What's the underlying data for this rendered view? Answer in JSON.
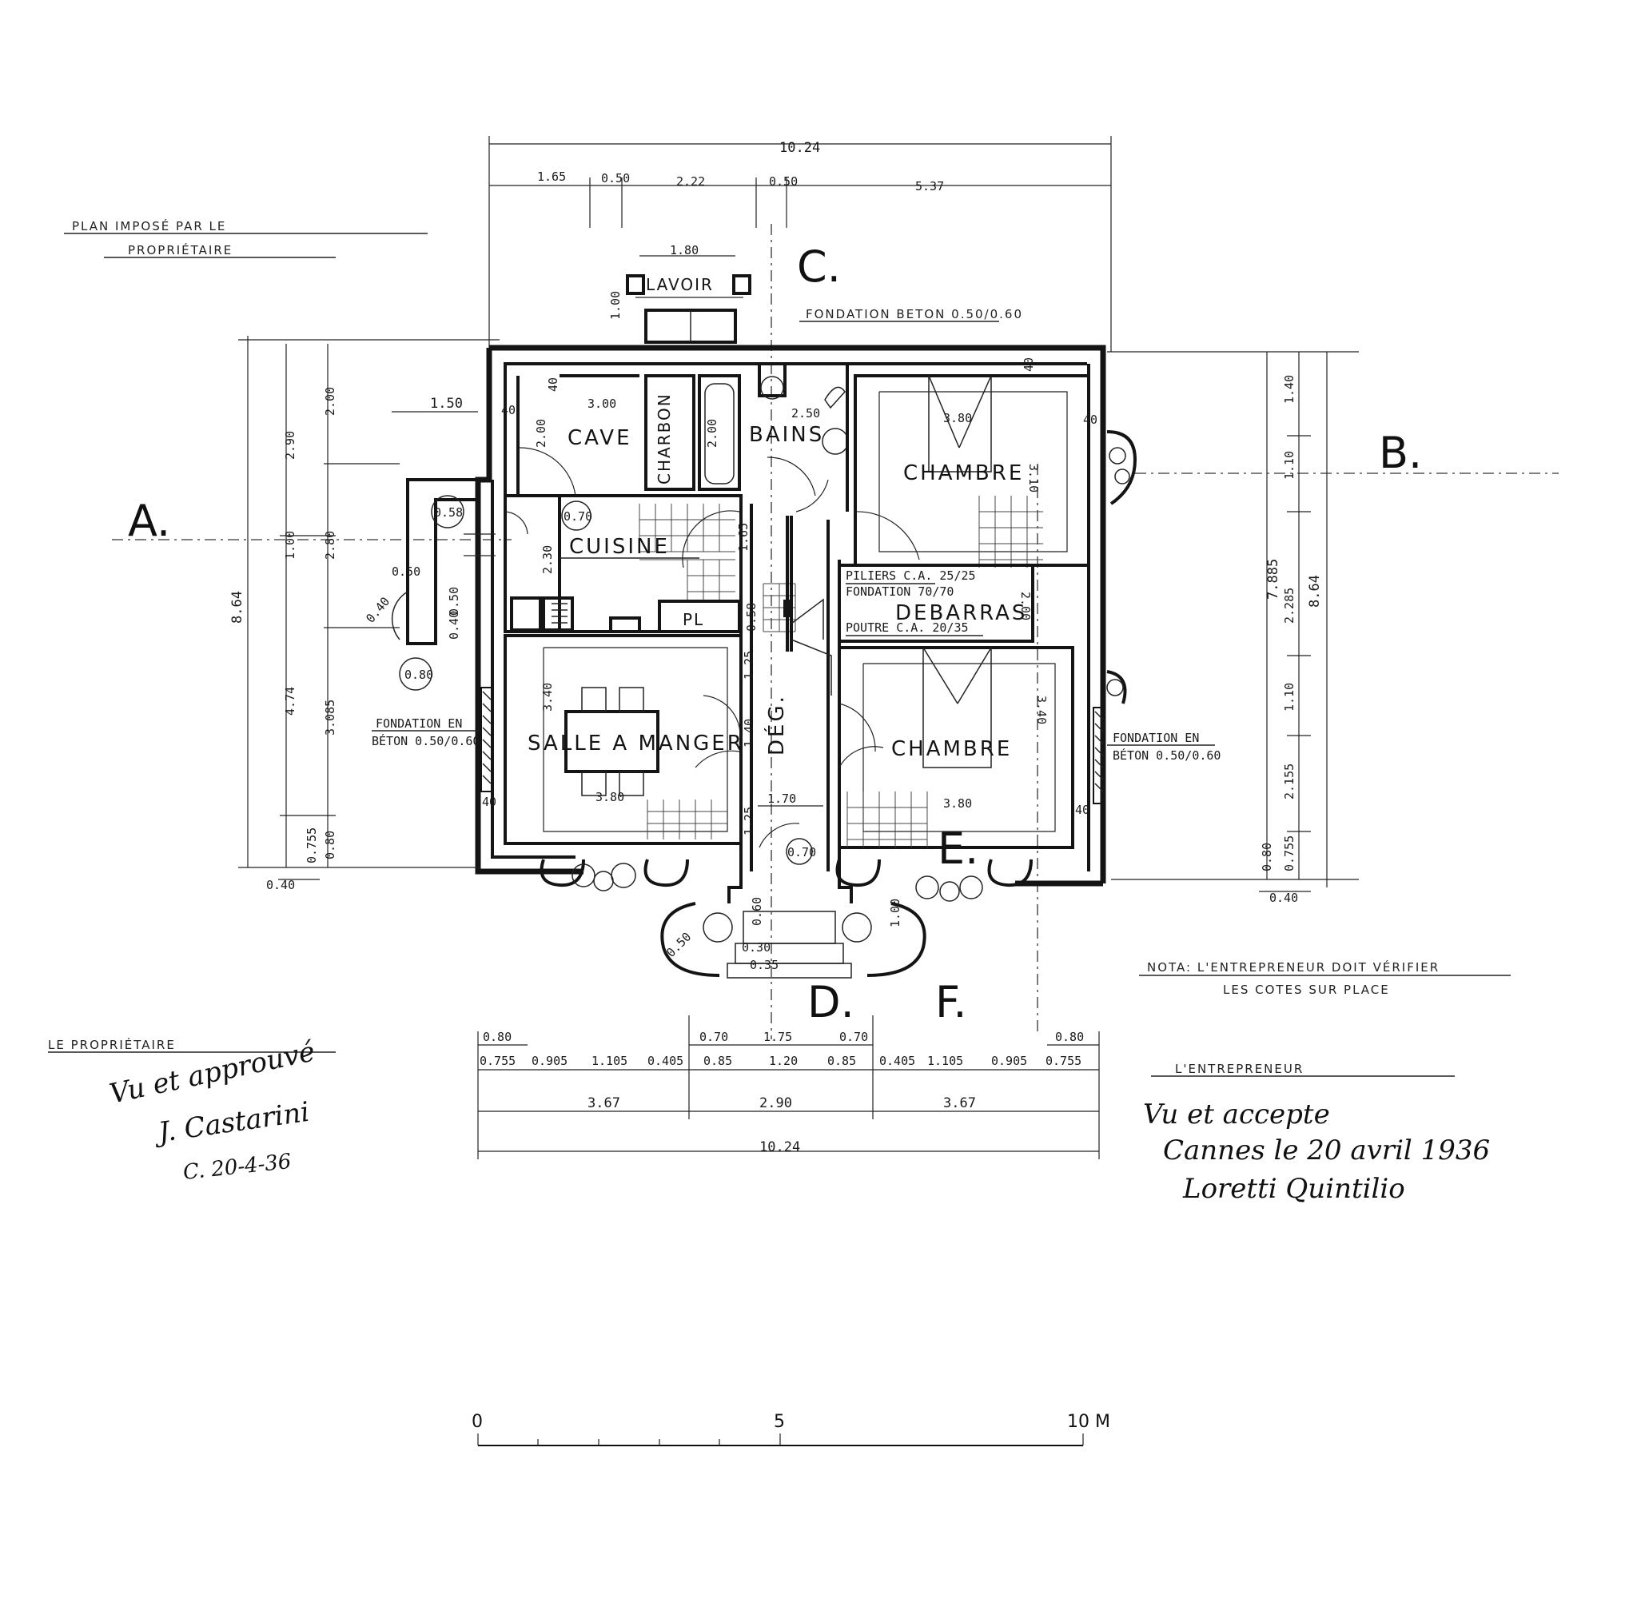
{
  "header": {
    "plan_line1": "PLAN IMPOSÉ PAR LE",
    "plan_line2": "PROPRIÉTAIRE"
  },
  "sections": {
    "a": "A.",
    "b": "B.",
    "c": "C.",
    "d": "D.",
    "e": "E.",
    "f": "F."
  },
  "rooms": {
    "lavoir": "LAVOIR",
    "cave": "CAVE",
    "charbon": "CHARBON",
    "bains": "BAINS",
    "chambre_top": "CHAMBRE",
    "cuisine": "CUISINE",
    "debarras": "DEBARRAS",
    "pl": "PL",
    "salle_a_manger": "SALLE A MANGER",
    "degagement": "DÉG.",
    "chambre_bottom": "CHAMBRE"
  },
  "annotations": {
    "fondation_top": "FONDATION BETON 0.50/0.60",
    "fondation_left_1": "FONDATION EN",
    "fondation_left_2": "BÉTON 0.50/0.60",
    "fondation_right_1": "FONDATION EN",
    "fondation_right_2": "BÉTON 0.50/0.60",
    "piliers": "PILIERS C.A. 25/25",
    "fondation_piliers": "FONDATION 70/70",
    "poutre": "POUTRE C.A. 20/35",
    "nota_1": "NOTA: L'ENTREPRENEUR DOIT VÉRIFIER",
    "nota_2": "LES COTES SUR PLACE",
    "proprietaire": "LE PROPRIÉTAIRE",
    "entrepreneur": "L'ENTREPRENEUR"
  },
  "dims": {
    "top_total": "10.24",
    "top_1": "1.65",
    "top_2": "0.50",
    "top_3": "2.22",
    "top_4": "0.50",
    "top_5": "5.37",
    "lavoir_w": "1.80",
    "lavoir_h": "1.00",
    "cave_w": "3.00",
    "cave_h": "2.00",
    "bains_w": "2.50",
    "bains_h": "2.00",
    "chambre_top_w": "3.80",
    "chambre_top_h": "3.10",
    "well_1": "0.58",
    "cuisine_well": "0.70",
    "terrace_w": "1.50",
    "terr_1": "0.50",
    "well_2": "0.40",
    "well_3": "0.80",
    "cuisine_h": "2.30",
    "deg_1": "1.65",
    "deg_2": "0.58",
    "deg_3": "1.25",
    "deg_4": "1.40",
    "deg_5": "1.25",
    "deb_h": "2.00",
    "sam_h": "3.40",
    "sam_w": "3.80",
    "hall_w": "1.70",
    "hall_well": "0.70",
    "chambre_bot_h": "3.40",
    "chambre_bot_w": "3.80",
    "wall_40": "40",
    "left_total": "8.64",
    "left_1": "2.90",
    "left_2": "1.00",
    "left_3": "4.74",
    "left_4": "0.40",
    "left_b1": "2.00",
    "left_b2": "2.80",
    "left_b3": "3.085",
    "left_b4": "0.80",
    "left_b5": "0.755",
    "right_total": "8.64",
    "right_1": "1.40",
    "right_2": "1.10",
    "right_3": "2.285",
    "right_4": "1.10",
    "right_5": "2.155",
    "right_6": "0.80",
    "right_7": "0.755",
    "right_8": "7.885",
    "right_9": "0.40",
    "step_1": "0.60",
    "step_2": "0.30",
    "step_3": "0.35",
    "step_4": "1.00",
    "step_r": "0.50",
    "bot_a1": "0.80",
    "bot_a2": "0.70",
    "bot_a3": "1.75",
    "bot_a4": "0.70",
    "bot_a5": "0.80",
    "bot_b": [
      "0.755",
      "0.905",
      "1.105",
      "0.405",
      "0.85",
      "1.20",
      "0.85",
      "0.405",
      "1.105",
      "0.905",
      "0.755"
    ],
    "bot_c1": "3.67",
    "bot_c2": "2.90",
    "bot_c3": "3.67",
    "bot_total": "10.24"
  },
  "signatures": {
    "left_1": "Vu et approuvé",
    "left_2": "J. Castarini",
    "left_date": "C. 20-4-36",
    "right_1": "Vu et accepte",
    "right_2": "Cannes le 20 avril 1936",
    "right_3": "Loretti Quintilio"
  },
  "scale": {
    "zero": "0",
    "five": "5",
    "ten": "10 M"
  }
}
